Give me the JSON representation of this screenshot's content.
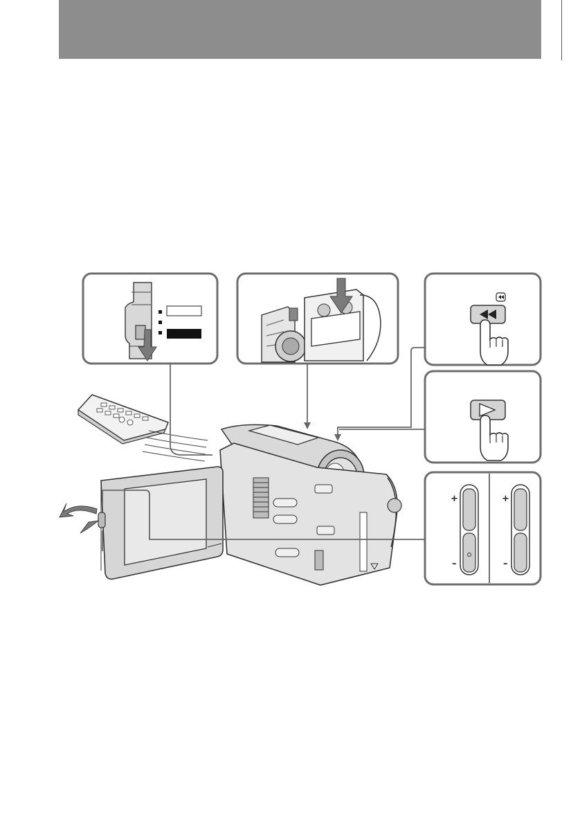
{
  "page": {
    "background": "#ffffff",
    "header_band_color": "#8d8d8d"
  },
  "volume_panel": {
    "left_rocker": {
      "plus": "+",
      "minus": "–"
    },
    "right_rocker": {
      "plus": "+",
      "minus": "–"
    }
  },
  "icons": {
    "rewind_indicator": "rewind-double-triangle",
    "rewind_button": "rewind-button",
    "play_button": "play-button",
    "push_arrow": "down-arrow",
    "pointing_hand": "hand-pointer"
  }
}
